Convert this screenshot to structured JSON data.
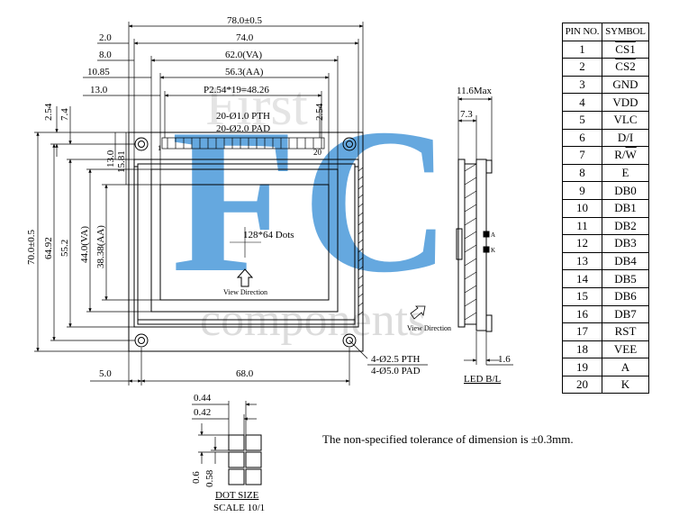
{
  "watermark": {
    "line1": "First",
    "line2": "components"
  },
  "front_view": {
    "dim_overall_width": "78.0±0.5",
    "dim_74": "74.0",
    "dim_va_width": "62.0(VA)",
    "dim_aa_width": "56.3(AA)",
    "dim_2_0": "2.0",
    "dim_8_0": "8.0",
    "dim_10_85": "10.85",
    "dim_13_0_left": "13.0",
    "dim_pitch": "P2.54*19=48.26",
    "pth_20": "20-Ø1.0 PTH",
    "pad_20": "20-Ø2.0 PAD",
    "pin_1": "1",
    "pin_20": "20",
    "dim_2_54_left": "2.54",
    "dim_7_4": "7.4",
    "dim_2_54_right": "2.54",
    "dim_overall_height": "70.0±0.5",
    "dim_64_92": "64.92",
    "dim_55_2": "55.2",
    "dim_va_height": "44.0(VA)",
    "dim_aa_height": "38.38(AA)",
    "dim_13_0_vert": "13.0",
    "dim_15_81": "15.81",
    "dots": "128*64 Dots",
    "view_direction": "View Direction",
    "pth_4": "4-Ø2.5 PTH",
    "pad_4": "4-Ø5.0 PAD",
    "dim_5_0": "5.0",
    "dim_68_0": "68.0"
  },
  "side_view": {
    "max_thickness": "11.6Max",
    "dim_7_3": "7.3",
    "dim_1_6": "1.6",
    "label_a": "A",
    "label_k": "K",
    "view_direction": "View Direction",
    "led_label": "LED B/L"
  },
  "dot_detail": {
    "dim_0_44": "0.44",
    "dim_0_42": "0.42",
    "dim_0_6": "0.6",
    "dim_0_58": "0.58",
    "title": "DOT SIZE",
    "scale": "SCALE 10/1"
  },
  "note": "The non-specified tolerance of dimension is ±0.3mm.",
  "pin_table": {
    "headers": [
      "PIN NO.",
      "SYMBOL"
    ],
    "rows": [
      {
        "pin": "1",
        "symbol": "CS1",
        "overline": "CS1",
        "tail": ""
      },
      {
        "pin": "2",
        "symbol": "CS2",
        "overline": "CS2",
        "tail": ""
      },
      {
        "pin": "3",
        "symbol": "GND"
      },
      {
        "pin": "4",
        "symbol": "VDD"
      },
      {
        "pin": "5",
        "symbol": "VLC"
      },
      {
        "pin": "6",
        "symbol": "D/I"
      },
      {
        "pin": "7",
        "symbol": "R/",
        "overline": "W",
        "tail": ""
      },
      {
        "pin": "8",
        "symbol": "E"
      },
      {
        "pin": "9",
        "symbol": "DB0"
      },
      {
        "pin": "10",
        "symbol": "DB1"
      },
      {
        "pin": "11",
        "symbol": "DB2"
      },
      {
        "pin": "12",
        "symbol": "DB3"
      },
      {
        "pin": "13",
        "symbol": "DB4"
      },
      {
        "pin": "14",
        "symbol": "DB5"
      },
      {
        "pin": "15",
        "symbol": "DB6"
      },
      {
        "pin": "16",
        "symbol": "DB7"
      },
      {
        "pin": "17",
        "symbol": "RST"
      },
      {
        "pin": "18",
        "symbol": "VEE"
      },
      {
        "pin": "19",
        "symbol": "A"
      },
      {
        "pin": "20",
        "symbol": "K"
      }
    ]
  },
  "colors": {
    "watermark_blue": "#3a8fd6",
    "watermark_gray": "#d9d9d9",
    "line": "#000000"
  }
}
